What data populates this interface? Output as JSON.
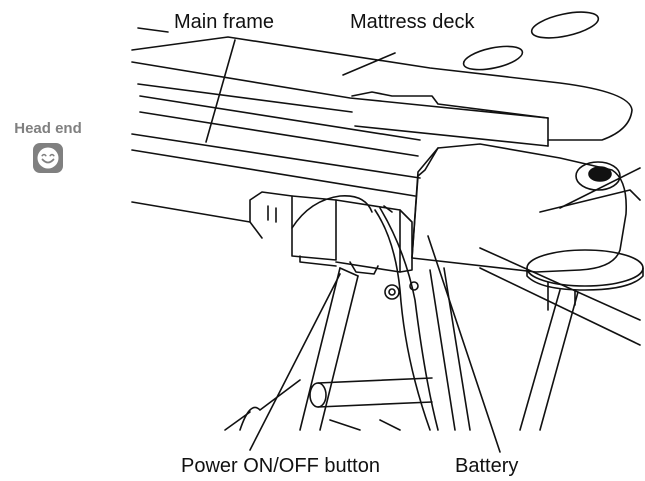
{
  "labels": {
    "main_frame": "Main frame",
    "mattress_deck": "Mattress deck",
    "power_button": "Power ON/OFF button",
    "battery": "Battery"
  },
  "orientation": {
    "label": "Head end",
    "icon": "smiley-face-icon",
    "color": "#808080"
  },
  "style": {
    "line_color": "#111111",
    "background": "#ffffff"
  }
}
